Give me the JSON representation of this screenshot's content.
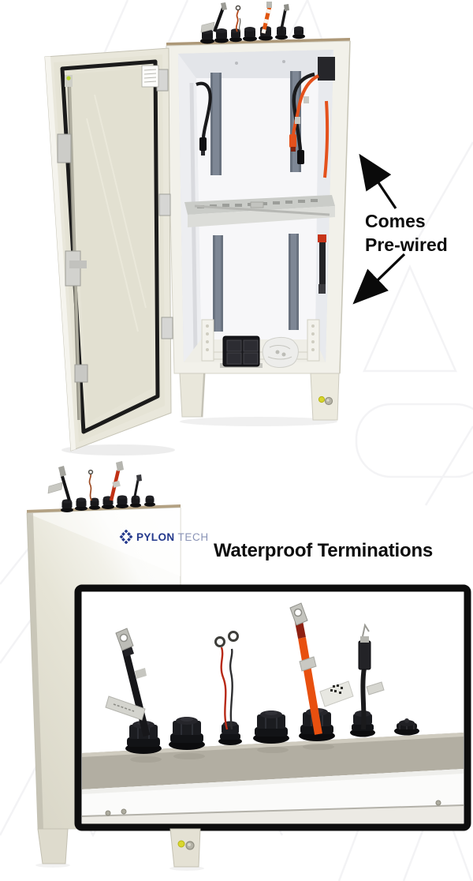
{
  "annotations": {
    "prewired": {
      "line1": "Comes",
      "line2": "Pre-wired"
    },
    "waterproof_title": "Waterproof Terminations",
    "arrow_color": "#0a0a0a"
  },
  "brand": {
    "logo_bold": "PYLON",
    "logo_light": "TECH",
    "logo_mark_icon": "pylontech-dots-diamond-icon",
    "logo_color": "#23388c",
    "logo_light_color": "#8a93b6"
  },
  "figures": {
    "open_cabinet": {
      "name": "outdoor battery cabinet with door open showing pre-wired interior",
      "cabinet_color": "#f2f1ea",
      "door_color": "#e5e3d5",
      "gasket_color": "#1b1b1b",
      "strap_color": "#69727f",
      "cable_black": "#1a1a1c",
      "cable_orange": "#e4511c"
    },
    "closed_cabinet": {
      "name": "closed battery cabinet front with brand panel and terminated cables on top",
      "front_highlight": "#fbfbf9",
      "front_shade": "#d8d5c6"
    },
    "inset": {
      "name": "close-up of waterproof cable gland terminations on cabinet top",
      "border_color": "#0d0d0d",
      "surface_color": "#b2aea2",
      "gland_color": "#141418",
      "cable_red": "#c03014",
      "cable_orange": "#e8500f"
    }
  }
}
